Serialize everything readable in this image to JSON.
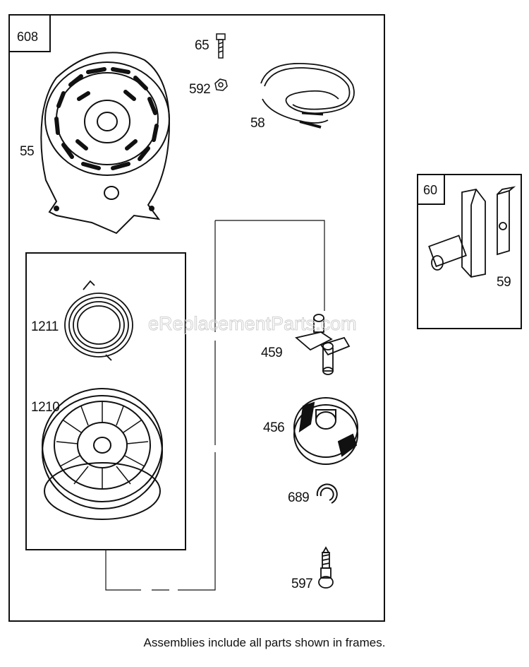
{
  "frames": {
    "main_label": "608",
    "side_label": "60"
  },
  "parts": {
    "p65": "65",
    "p592": "592",
    "p58": "58",
    "p55": "55",
    "p1211": "1211",
    "p1210": "1210",
    "p459": "459",
    "p456": "456",
    "p689": "689",
    "p597": "597",
    "p59": "59"
  },
  "watermark": "eReplacementParts.com",
  "caption": "Assemblies include all parts shown in frames."
}
